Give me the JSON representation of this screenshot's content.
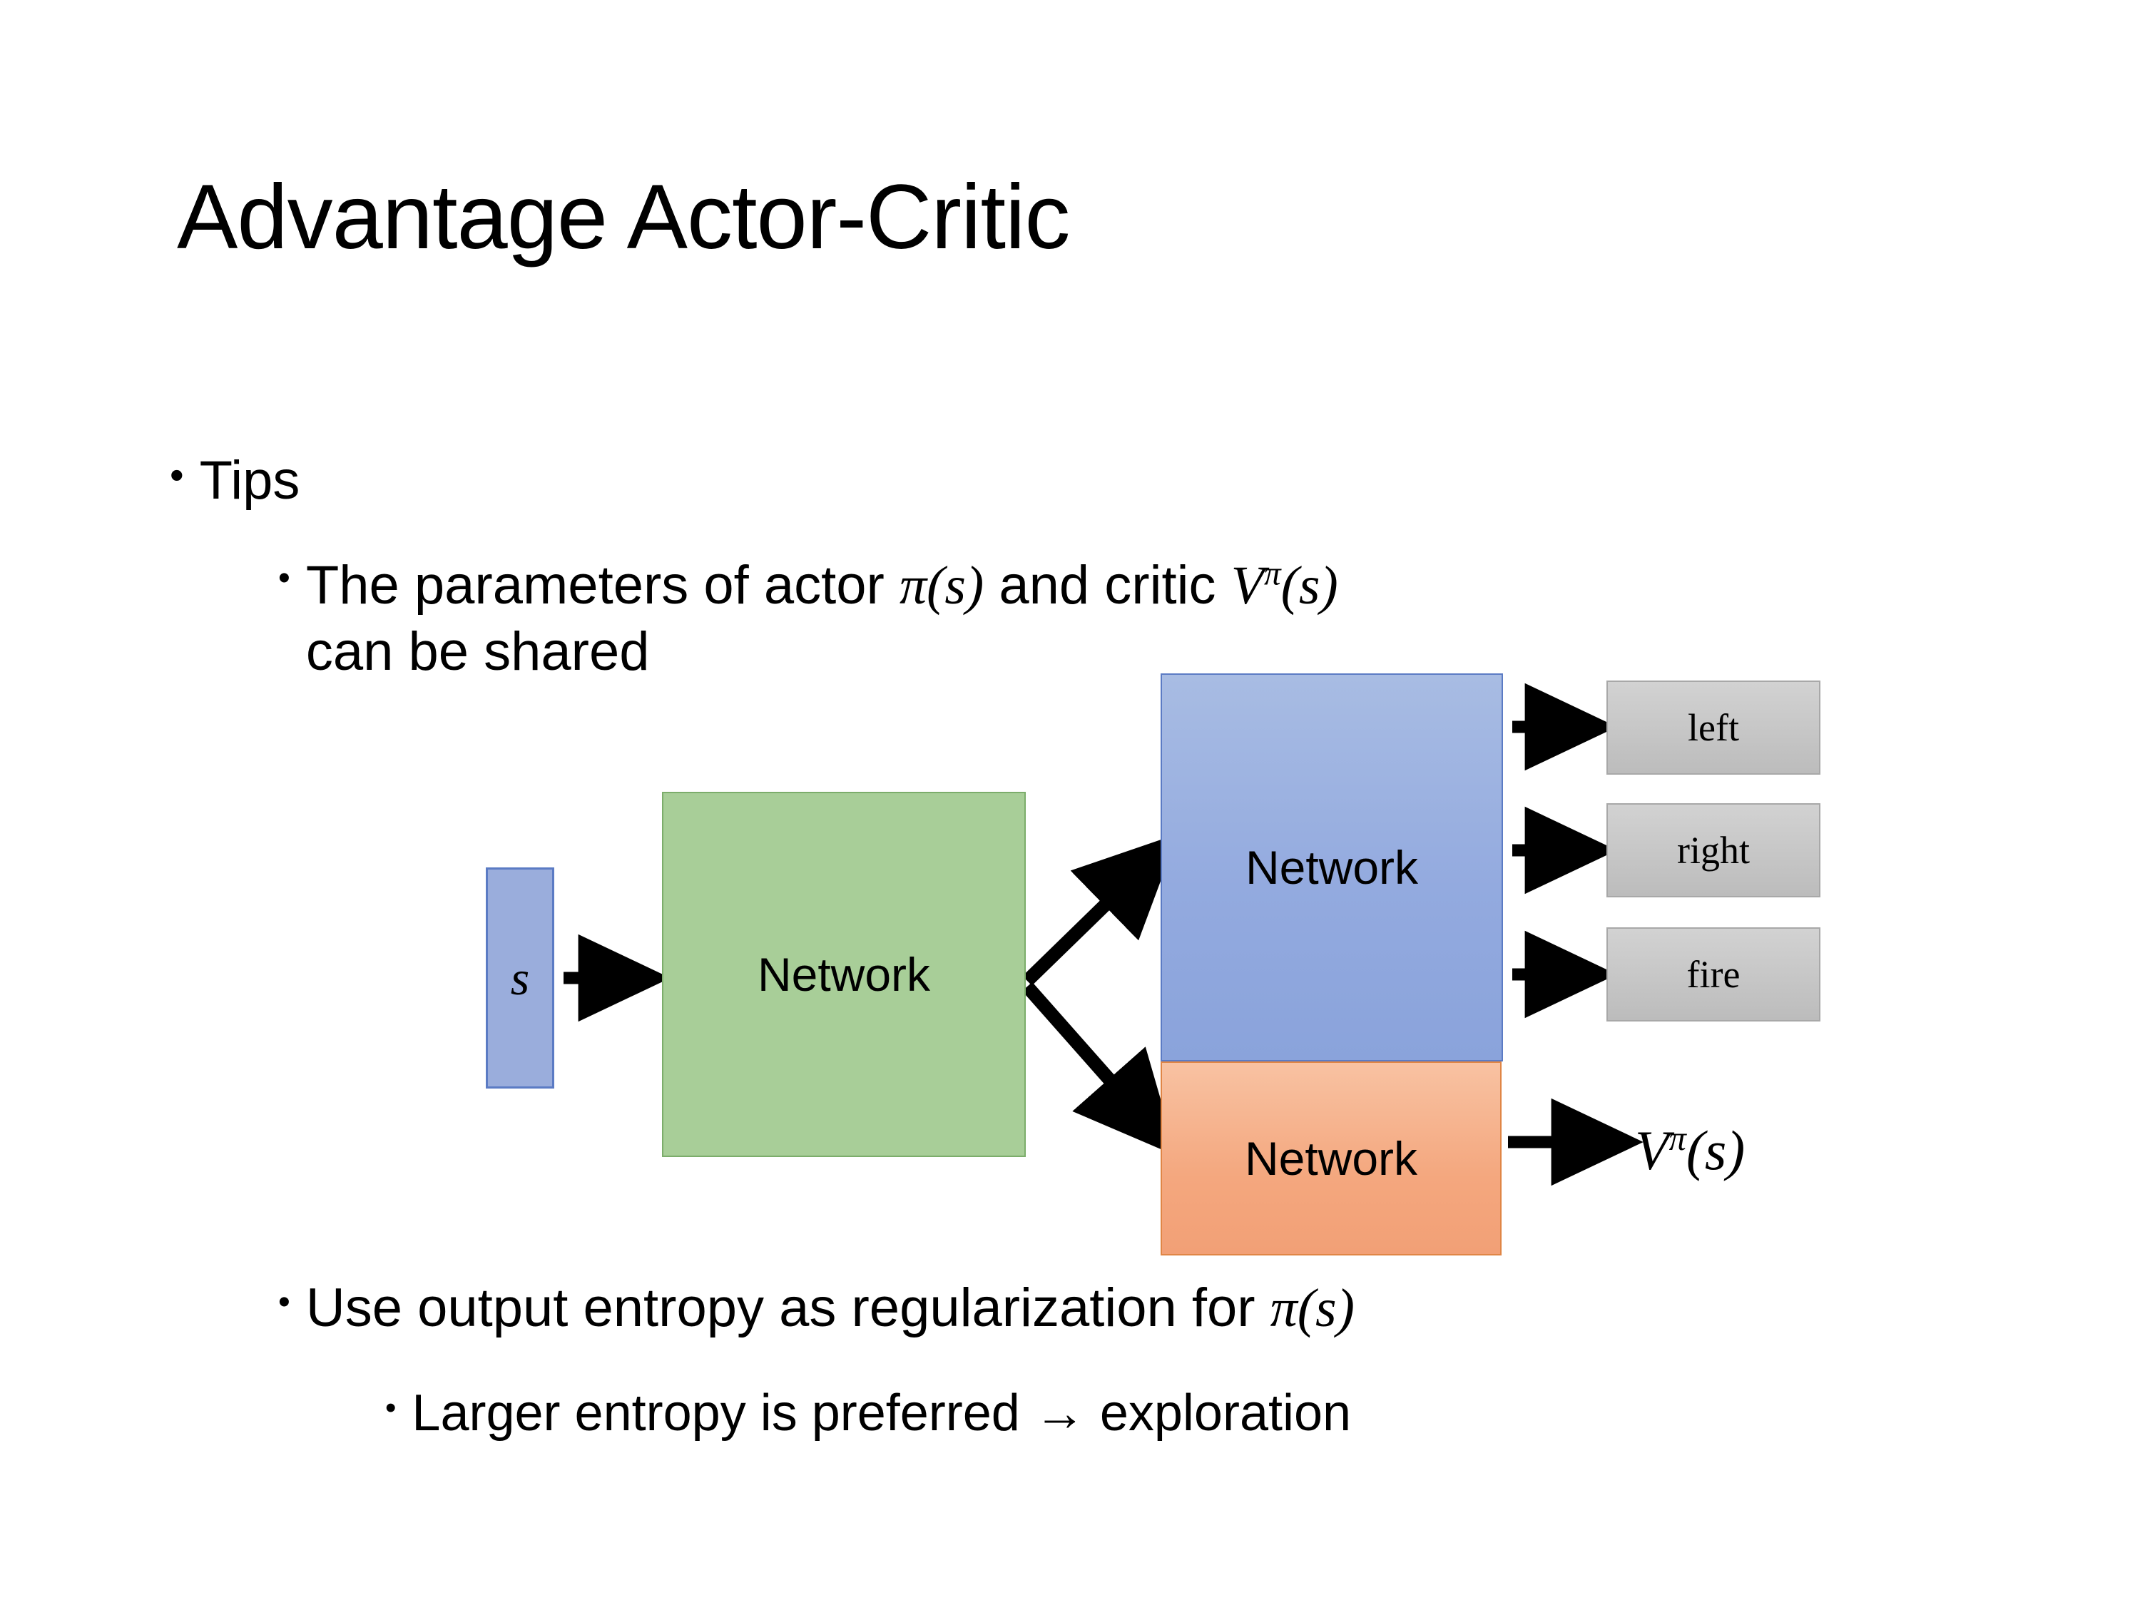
{
  "slide": {
    "title": "Advantage Actor-Critic"
  },
  "bullets": {
    "tips": {
      "marker": "•",
      "text": "Tips"
    },
    "shared": {
      "marker": "•",
      "text_part1": "The parameters of actor ",
      "math_actor": "π(s)",
      "text_part2": "  and critic ",
      "math_critic_base": "V",
      "math_critic_sup": "π",
      "math_critic_arg": "(s)",
      "text_part3": "can be shared"
    },
    "entropy": {
      "marker": "•",
      "text": "Use output entropy as regularization for ",
      "math_actor": "π(s)"
    },
    "larger": {
      "marker": "•",
      "text": "Larger entropy is preferred → exploration"
    }
  },
  "diagram": {
    "input_node": {
      "label": "s",
      "fill": "#9AADDC",
      "border": "#5B7BC4"
    },
    "shared_network": {
      "label": "Network",
      "fill": "#A8CE98",
      "border": "#7CAD6B"
    },
    "actor_network": {
      "label": "Network",
      "fill": "#93AADF",
      "border": "#5B7BC4"
    },
    "critic_network": {
      "label": "Network",
      "fill": "#F4A77E",
      "border": "#E08646"
    },
    "action_outputs": [
      {
        "label": "left"
      },
      {
        "label": "right"
      },
      {
        "label": "fire"
      }
    ],
    "output_fill": "#C6C6C6",
    "output_border": "#A8A8A8",
    "critic_output": {
      "base": "V",
      "sup": "π",
      "arg": "(s)"
    }
  }
}
